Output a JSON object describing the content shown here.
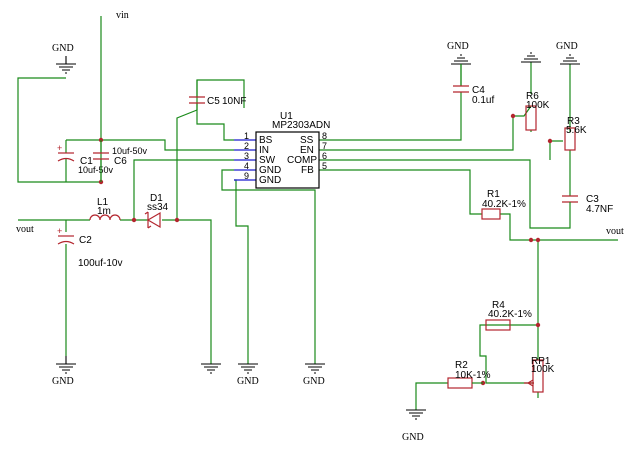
{
  "nets": {
    "vin": "vin",
    "vout_left": "vout",
    "vout_right": "vout",
    "ground": "GND"
  },
  "ic": {
    "ref": "U1",
    "part": "MP2303ADN",
    "left_pins": [
      {
        "num": "1",
        "name": "BS"
      },
      {
        "num": "2",
        "name": "IN"
      },
      {
        "num": "3",
        "name": "SW"
      },
      {
        "num": "4",
        "name": "GND"
      },
      {
        "num": "9",
        "name": "GND"
      }
    ],
    "right_pins": [
      {
        "num": "8",
        "name": "SS"
      },
      {
        "num": "7",
        "name": "EN"
      },
      {
        "num": "6",
        "name": "COMP"
      },
      {
        "num": "5",
        "name": "FB"
      }
    ]
  },
  "components": {
    "c1": {
      "ref": "C1",
      "value": "10uf-50v"
    },
    "c6": {
      "ref": "C6",
      "value": "10uf-50v"
    },
    "c5": {
      "ref": "C5",
      "value": "10NF"
    },
    "c4": {
      "ref": "C4",
      "value": "0.1uf"
    },
    "c2": {
      "ref": "C2",
      "value": "100uf-10v"
    },
    "c3": {
      "ref": "C3",
      "value": "4.7NF"
    },
    "l1": {
      "ref": "L1",
      "value": "1m"
    },
    "d1": {
      "ref": "D1",
      "value": "ss34"
    },
    "r1": {
      "ref": "R1",
      "value": "40.2K-1%"
    },
    "r2": {
      "ref": "R2",
      "value": "10K-1%"
    },
    "r3": {
      "ref": "R3",
      "value": "5.6K"
    },
    "r4": {
      "ref": "R4",
      "value": "40.2K-1%"
    },
    "r6": {
      "ref": "R6",
      "value": "100K"
    },
    "rp1": {
      "ref": "RP1",
      "value": "100K"
    }
  }
}
